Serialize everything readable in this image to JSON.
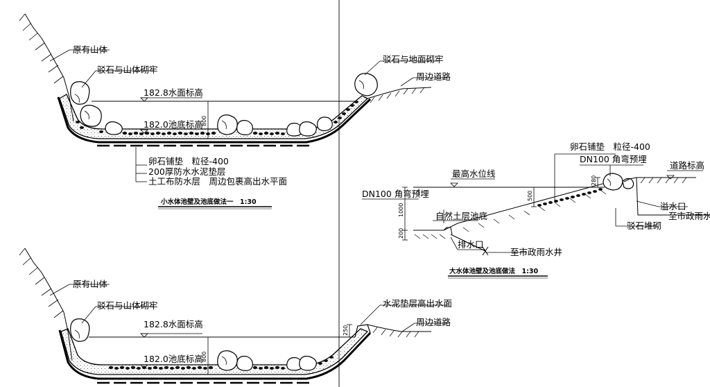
{
  "section1": {
    "title": "小水体池壁及池底做法一　1:30",
    "existing_mountain": "原有山体",
    "rock_mountain": "驳石与山体砌牢",
    "rock_ground": "驳石与地面砌牢",
    "road": "周边道路",
    "water_level": "182.8水面标高",
    "bottom_level": "182.0池底标高",
    "dim": "800",
    "layers": [
      "卵石铺垫　粒径-400",
      "200厚防水水泥垫层",
      "土工布防水层　周边包裹高出水平面"
    ]
  },
  "section2": {
    "title": "小水体池壁及池底做法一",
    "existing_mountain": "原有山体",
    "rock_mountain": "驳石与山体砌牢",
    "cement": "水泥垫层高出水面",
    "road": "周边道路",
    "water_level": "182.8水面标高",
    "bottom_level": "182.0池底标高",
    "dim_height": "800",
    "dim_rim": "250"
  },
  "section3": {
    "title": "大水体池壁及池底做法　1:30",
    "pebble": "卵石铺垫　粒径-400",
    "pipe_right": "DN100 角弯预埋",
    "road_level": "道路标高",
    "max_water": "最高水位线",
    "pipe_left": "DN100 角弯预埋",
    "natural_soil": "自然土层池底",
    "drain": "排水口",
    "municipal_well": "至市政雨水井",
    "overflow": "溢水口",
    "municipal_rain": "至市政雨水",
    "rock_wall": "驳石堆砌",
    "dim_1000": "1000",
    "dim_200": "200",
    "dim_500": "500",
    "dim_280": "280"
  }
}
